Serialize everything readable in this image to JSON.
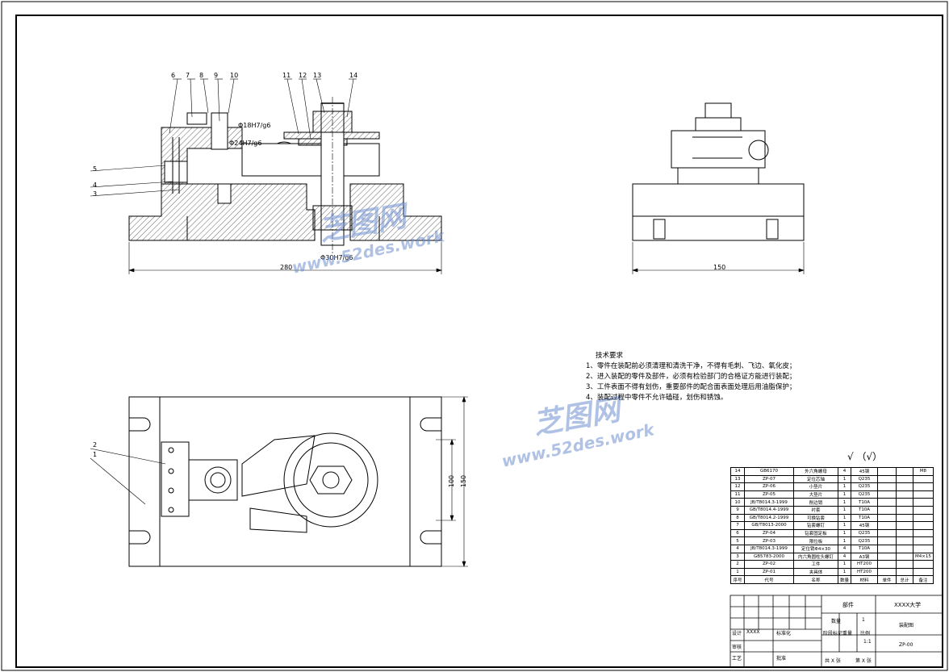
{
  "drawing": {
    "technical_requirements": {
      "title": "技术要求",
      "items": [
        "1、零件在装配前必须清理和清洗干净，不得有毛刺、飞边、氧化皮；",
        "2、进入装配的零件及部件，必须有检验部门的合格证方能进行装配；",
        "3、工件表面不得有划伤，重要部件的配合面表面处理后用油脂保护；",
        "4、装配过程中零件不允许磕碰，划伤和锈蚀。"
      ]
    },
    "surface_finish": "√ （√）",
    "front_view": {
      "balloons": [
        "6",
        "7",
        "8",
        "9",
        "10",
        "11",
        "12",
        "13",
        "14",
        "5",
        "4",
        "3"
      ],
      "fits": [
        "Φ18H7/g6",
        "Φ24H7/g6",
        "Φ30H7/g6"
      ],
      "width_dim": "280"
    },
    "side_view": {
      "width_dim": "150"
    },
    "top_view": {
      "balloons": [
        "2",
        "1"
      ],
      "height_dims": [
        "100",
        "150"
      ]
    },
    "watermark": {
      "brand": "芝图网",
      "url": "www.52des.work"
    }
  },
  "bom": {
    "rows": [
      [
        "14",
        "GB6170",
        "外六角螺母",
        "4",
        "45钢",
        "",
        "",
        "M8"
      ],
      [
        "13",
        "ZP-07",
        "定位芯轴",
        "1",
        "Q235",
        "",
        "",
        ""
      ],
      [
        "12",
        "ZP-06",
        "小垫片",
        "1",
        "Q235",
        "",
        "",
        ""
      ],
      [
        "11",
        "ZP-05",
        "大垫片",
        "1",
        "Q235",
        "",
        "",
        ""
      ],
      [
        "10",
        "JB/T8014.3-1999",
        "削边销",
        "1",
        "T10A",
        "",
        "",
        ""
      ],
      [
        "9",
        "GB/T8014.4-1999",
        "衬套",
        "1",
        "T10A",
        "",
        "",
        ""
      ],
      [
        "8",
        "GB/T8014.2-1999",
        "可换钻套",
        "1",
        "T10A",
        "",
        "",
        ""
      ],
      [
        "7",
        "GB/T8013-2000",
        "钻套螺钉",
        "1",
        "45钢",
        "",
        "",
        ""
      ],
      [
        "6",
        "ZP-04",
        "钻套固定板",
        "1",
        "Q235",
        "",
        "",
        ""
      ],
      [
        "5",
        "ZP-03",
        "限位板",
        "1",
        "Q235",
        "",
        "",
        ""
      ],
      [
        "4",
        "JB/T8014.3-1999",
        "定位销Φ4×30",
        "4",
        "T10A",
        "",
        "",
        ""
      ],
      [
        "3",
        "GB5783-2000",
        "内六角圆柱头螺钉",
        "4",
        "A3钢",
        "",
        "",
        "M4×15"
      ],
      [
        "2",
        "ZP-02",
        "工件",
        "1",
        "HT200",
        "",
        "",
        ""
      ],
      [
        "1",
        "ZP-01",
        "夹具体",
        "1",
        "HT200",
        "",
        "",
        ""
      ]
    ],
    "header": [
      "序号",
      "代号",
      "名称",
      "数量",
      "材料",
      "单件",
      "总计",
      "备注"
    ]
  },
  "title_block": {
    "assembly": "部件",
    "school": "XXXX大学",
    "quantity_label": "数量",
    "quantity": "1",
    "drawing_name": "装配图",
    "scale_label": "比例",
    "scale": "1:1",
    "weight_label": "重量",
    "drawing_no": "ZP-00",
    "sheet_info": "共 X 张",
    "sheet_no": "第 X 张",
    "designer_label": "设计",
    "designer": "XXXX",
    "standard_label": "标准化",
    "check_label": "审核",
    "process_label": "工艺",
    "approve_label": "批准",
    "stage_label": "阶段标记"
  }
}
